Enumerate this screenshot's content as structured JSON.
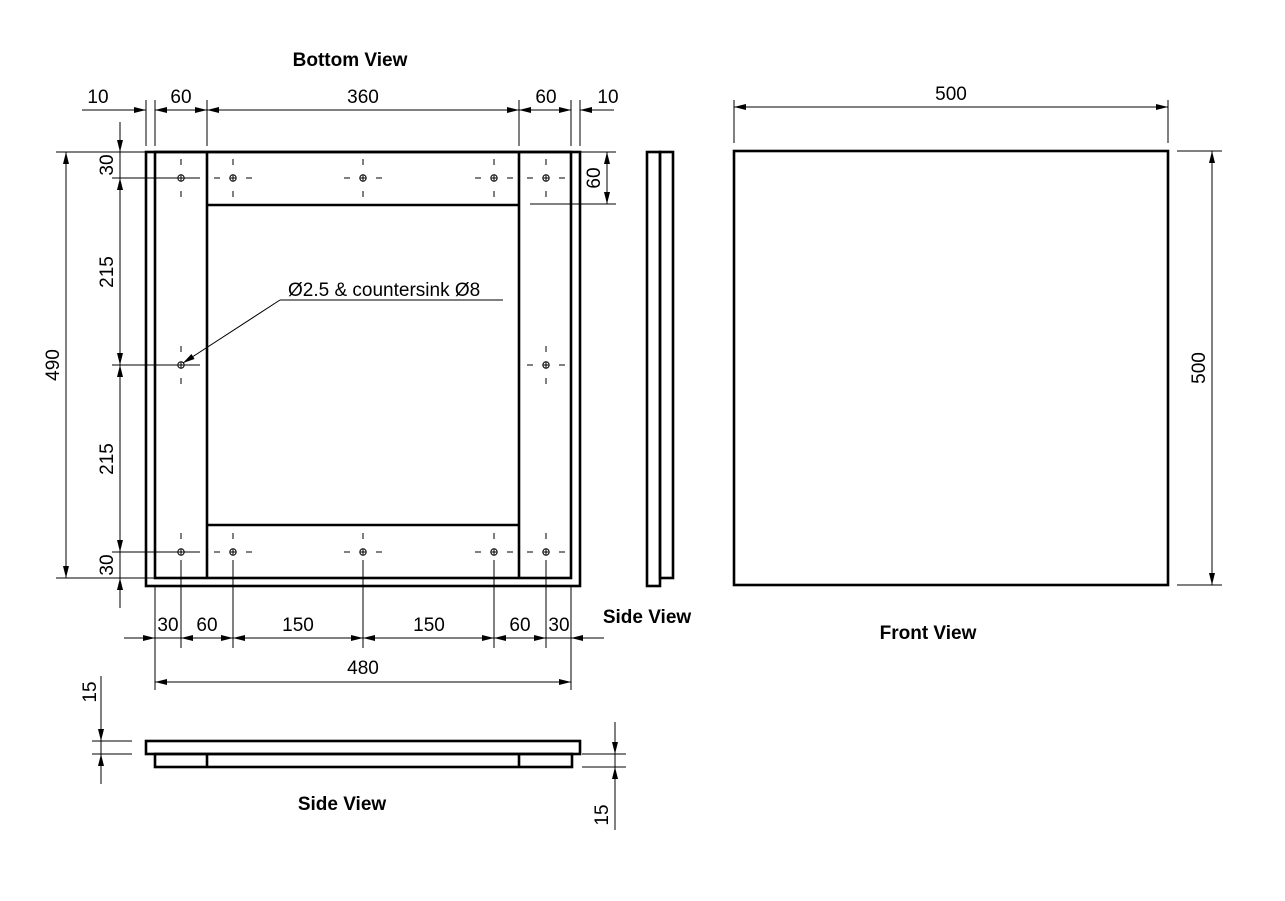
{
  "views": {
    "bottom_view": {
      "title": "Bottom View"
    },
    "side_view_right": {
      "title": "Side View"
    },
    "side_view_bottom": {
      "title": "Side View"
    },
    "front_view": {
      "title": "Front View"
    }
  },
  "dimensions": {
    "top_row": [
      "10",
      "60",
      "360",
      "60",
      "10"
    ],
    "left_column": [
      "30",
      "215",
      "215",
      "30"
    ],
    "left_overall": "490",
    "right_rail_height": "60",
    "bottom_row": [
      "30",
      "60",
      "150",
      "150",
      "60",
      "30"
    ],
    "bottom_overall": "480",
    "side_top_thickness": "15",
    "side_bottom_thickness": "15",
    "front_width": "500",
    "front_height": "500"
  },
  "annotations": {
    "hole_callout": "Ø2.5 & countersink Ø8"
  },
  "colors": {
    "line": "#000000",
    "background": "#ffffff"
  }
}
